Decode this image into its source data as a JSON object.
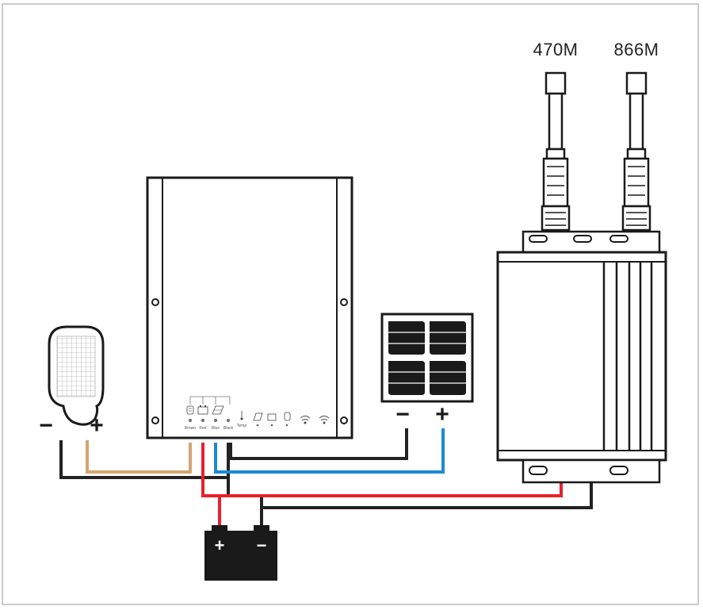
{
  "antennas": [
    {
      "label": "470M"
    },
    {
      "label": "866M"
    }
  ],
  "lamp": {
    "minus_label": "−",
    "plus_label": "+"
  },
  "solar_panel": {
    "minus_label": "−",
    "plus_label": "+"
  },
  "battery": {
    "plus_label": "+",
    "minus_label": "−"
  },
  "controller": {
    "ports": [
      {
        "label": "Brown"
      },
      {
        "label": "Red"
      },
      {
        "label": "Blue"
      },
      {
        "label": "Black"
      },
      {
        "label": "Temp"
      }
    ]
  },
  "wire_colors": {
    "black": "#222222",
    "brown": "#d4a373",
    "blue": "#1a8ad4",
    "red": "#e8202a"
  },
  "icons": [
    "lamp-icon",
    "battery-icon",
    "solar-panel-icon",
    "wireless-icon",
    "thermometer-icon"
  ]
}
